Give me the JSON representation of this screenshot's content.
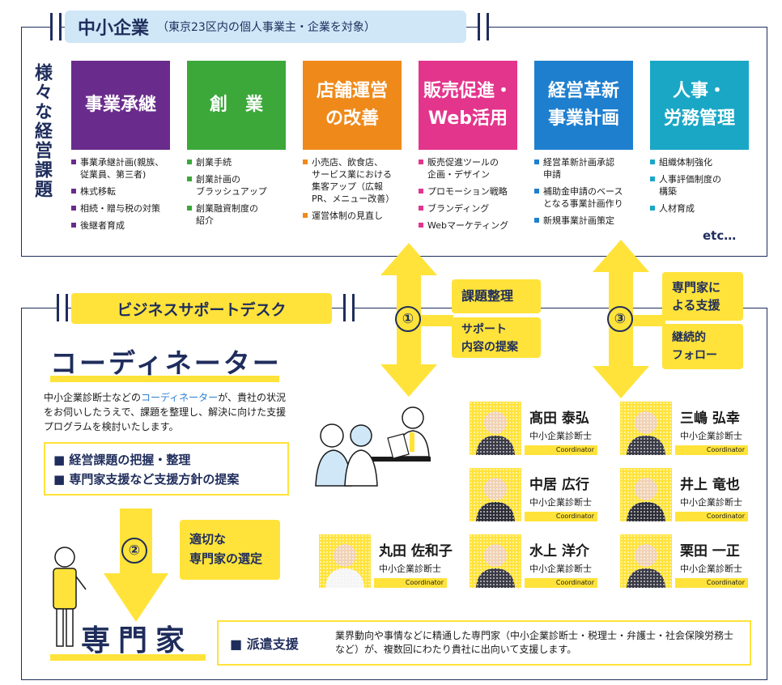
{
  "top": {
    "title": "中小企業",
    "subtitle": "（東京23区内の個人事業主・企業を対象）",
    "vertical_label": "様々な経営課題",
    "etc": "etc…"
  },
  "categories": [
    {
      "label": "事業承継",
      "color": "#6a2c8c",
      "items": [
        "事業承継計画(親族、\n従業員、第三者)",
        "株式移転",
        "相続・贈与税の対策",
        "後継者育成"
      ]
    },
    {
      "label": "創　業",
      "color": "#3ca83a",
      "items": [
        "創業手続",
        "創業計画の\nブラッシュアップ",
        "創業融資制度の\n紹介"
      ]
    },
    {
      "label": "店舗運営\nの改善",
      "color": "#ef8a1a",
      "items": [
        "小売店、飲食店、\nサービス業における\n集客アップ（広報\nPR、メニュー改善）",
        "運営体制の見直し"
      ]
    },
    {
      "label": "販売促進・\nWeb活用",
      "color": "#e3358c",
      "items": [
        "販売促進ツールの\n企画・デザイン",
        "プロモーション戦略",
        "ブランディング",
        "Webマーケティング"
      ]
    },
    {
      "label": "経営革新\n事業計画",
      "color": "#1f7fcf",
      "items": [
        "経営革新計画承認\n申請",
        "補助金申請のベース\nとなる事業計画作り",
        "新規事業計画策定"
      ]
    },
    {
      "label": "人事・\n労務管理",
      "color": "#1aa7c6",
      "items": [
        "組織体制強化",
        "人事評価制度の\n構築",
        "人材育成"
      ]
    }
  ],
  "flow": {
    "step1_num": "①",
    "step1_a": "課題整理",
    "step1_b": "サポート\n内容の提案",
    "step2_num": "②",
    "step2_label": "適切な\n専門家の選定",
    "step3_num": "③",
    "step3_a": "専門家に\nよる支援",
    "step3_b": "継続的\nフォロー"
  },
  "desk": {
    "title": "ビジネスサポートデスク",
    "coordinator_heading": "コーディネーター",
    "desc_before": "中小企業診断士などの",
    "desc_highlight": "コーディネーター",
    "desc_after": "が、貴社の状況をお伺いしたうえで、課題を整理し、解決に向けた支援プログラムを検討いたします。",
    "points": [
      "経営課題の把握・整理",
      "専門家支援など支援方針の提案"
    ],
    "expert_heading": "専門家",
    "dispatch_label": "■ 派遣支援",
    "dispatch_desc": "業界動向や事情などに精通した専門家（中小企業診断士・税理士・弁護士・社会保険労務士など）が、複数回にわたり貴社に出向いて支援します。"
  },
  "coordinators": [
    {
      "name": "髙田 泰弘",
      "title": "中小企業診断士",
      "role": "Coordinator"
    },
    {
      "name": "三嶋 弘幸",
      "title": "中小企業診断士",
      "role": "Coordinator"
    },
    {
      "name": "中居 広行",
      "title": "中小企業診断士",
      "role": "Coordinator"
    },
    {
      "name": "井上 竜也",
      "title": "中小企業診断士",
      "role": "Coordinator"
    },
    {
      "name": "丸田 佐和子",
      "title": "中小企業診断士",
      "role": "Coordinator"
    },
    {
      "name": "水上 洋介",
      "title": "中小企業診断士",
      "role": "Coordinator"
    },
    {
      "name": "栗田 一正",
      "title": "中小企業診断士",
      "role": "Coordinator"
    }
  ]
}
